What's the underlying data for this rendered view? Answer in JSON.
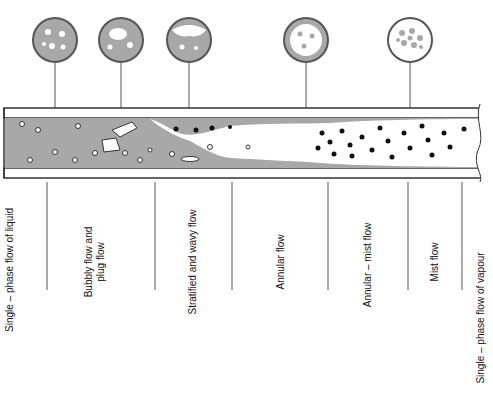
{
  "diagram": {
    "labels": [
      "Single – phase flow of liquid",
      "Bubbly flow and plug flow",
      "Stratified and wavy flow",
      "Annular flow",
      "Annular – mist flow",
      "Mist flow",
      "Single – phase flow of vapour"
    ]
  }
}
